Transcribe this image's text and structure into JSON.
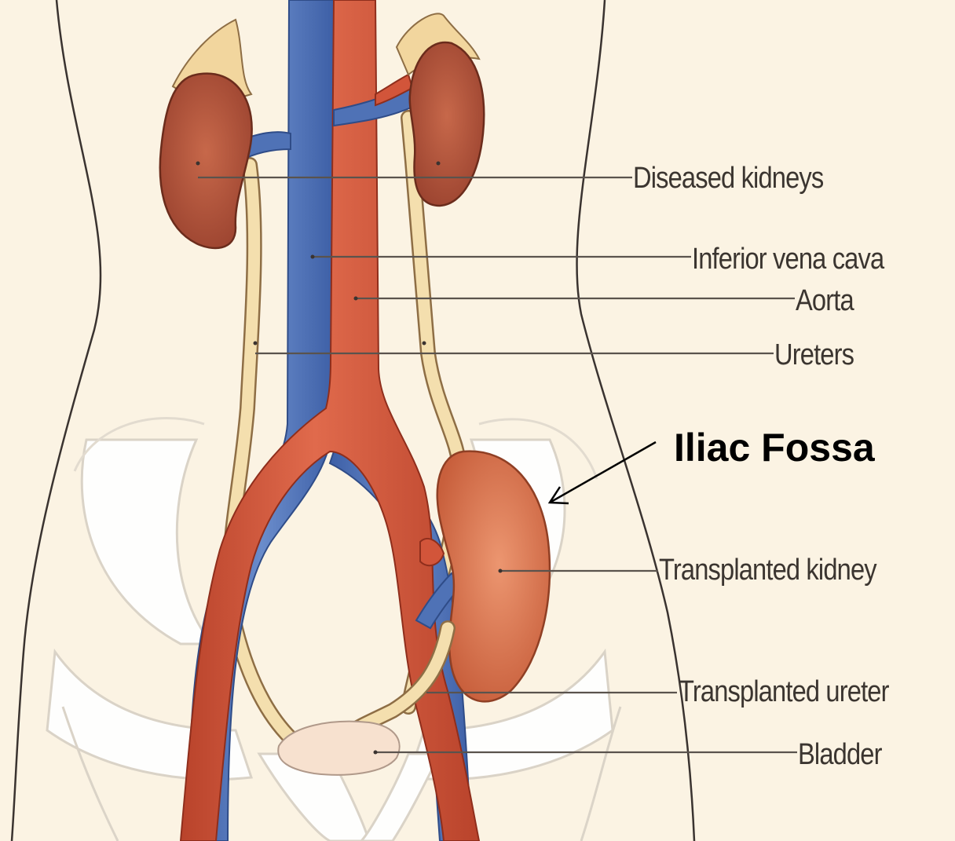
{
  "labels": {
    "diseased_kidneys": "Diseased kidneys",
    "inferior_vena_cava": "Inferior vena cava",
    "aorta": "Aorta",
    "ureters": "Ureters",
    "transplanted_kidney": "Transplanted kidney",
    "transplanted_ureter": "Transplanted ureter",
    "bladder": "Bladder"
  },
  "callout": {
    "text": "Iliac Fossa"
  },
  "colors": {
    "background": "#fbf3e3",
    "artery": "#d2553a",
    "vein": "#4f72b6",
    "kidney": "#b4573c",
    "transplanted_kidney": "#d9754e",
    "ureter": "#f4dfae",
    "bone": "#ffffff",
    "leader_line": "#5a534d"
  }
}
